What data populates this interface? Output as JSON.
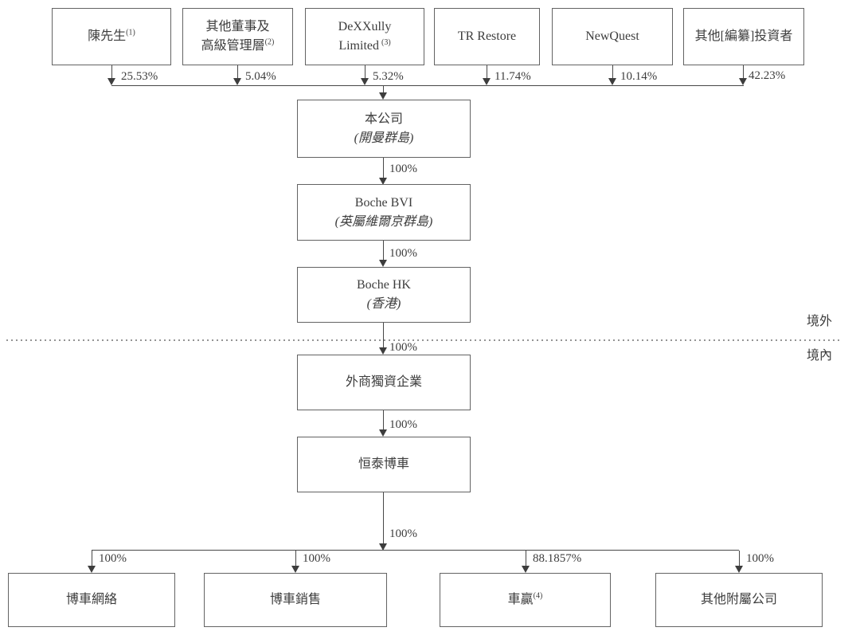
{
  "diagram": {
    "shareholders": [
      {
        "line1": "陳先生",
        "sup": "(1)",
        "pct": "25.53%"
      },
      {
        "line1": "其他董事及",
        "line2": "高級管理層",
        "sup": "(2)",
        "pct": "5.04%"
      },
      {
        "line1": "DeXXully",
        "line2": "Limited",
        "sup": "(3)",
        "pct": "5.32%"
      },
      {
        "line1": "TR Restore",
        "pct": "11.74%"
      },
      {
        "line1": "NewQuest",
        "pct": "10.14%"
      },
      {
        "line1": "其他[編纂]投資者",
        "pct": "42.23%"
      }
    ],
    "chain": [
      {
        "name": "本公司",
        "location": "(開曼群島)",
        "pct_below": "100%"
      },
      {
        "name": "Boche BVI",
        "location": "(英屬維爾京群島)",
        "pct_below": "100%"
      },
      {
        "name": "Boche HK",
        "location": "(香港)",
        "pct_below": "100%"
      },
      {
        "name": "外商獨資企業",
        "pct_below": "100%"
      },
      {
        "name": "恒泰博車",
        "pct_below": "100%"
      }
    ],
    "subsidiaries": [
      {
        "name": "博車網絡",
        "pct": "100%"
      },
      {
        "name": "博車銷售",
        "pct": "100%"
      },
      {
        "name": "車贏",
        "sup": "(4)",
        "pct": "88.1857%"
      },
      {
        "name": "其他附屬公司",
        "pct": "100%"
      }
    ],
    "regions": {
      "offshore": "境外",
      "onshore": "境內"
    },
    "colors": {
      "line": "#474747",
      "text": "#3d3d3d",
      "border": "#636363"
    }
  }
}
